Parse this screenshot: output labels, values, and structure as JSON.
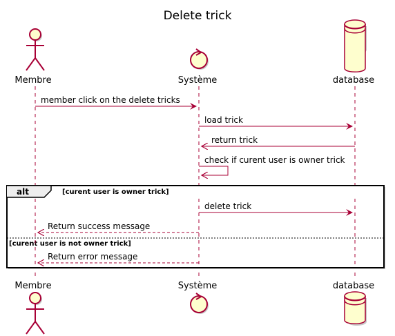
{
  "title": "Delete trick",
  "participants": [
    {
      "name": "Membre",
      "kind": "actor"
    },
    {
      "name": "Système",
      "kind": "control"
    },
    {
      "name": "database",
      "kind": "database"
    }
  ],
  "messages": [
    {
      "text": "member click on the delete tricks",
      "style": "solid"
    },
    {
      "text": "load trick",
      "style": "solid"
    },
    {
      "text": "return trick",
      "style": "solid"
    },
    {
      "text": "check if curent user is owner trick",
      "style": "solid"
    },
    {
      "text": "delete trick",
      "style": "solid"
    },
    {
      "text": "Return success message",
      "style": "dashed"
    },
    {
      "text": "Return error message",
      "style": "dashed"
    }
  ],
  "fragment": {
    "keyword": "alt",
    "guard_1": "[curent user is owner trick]",
    "guard_2": "[curent user is not owner trick]"
  },
  "colors": {
    "line": "#A80036",
    "participant_fill": "#FEFECE",
    "shadow": "#C8C8C8"
  }
}
